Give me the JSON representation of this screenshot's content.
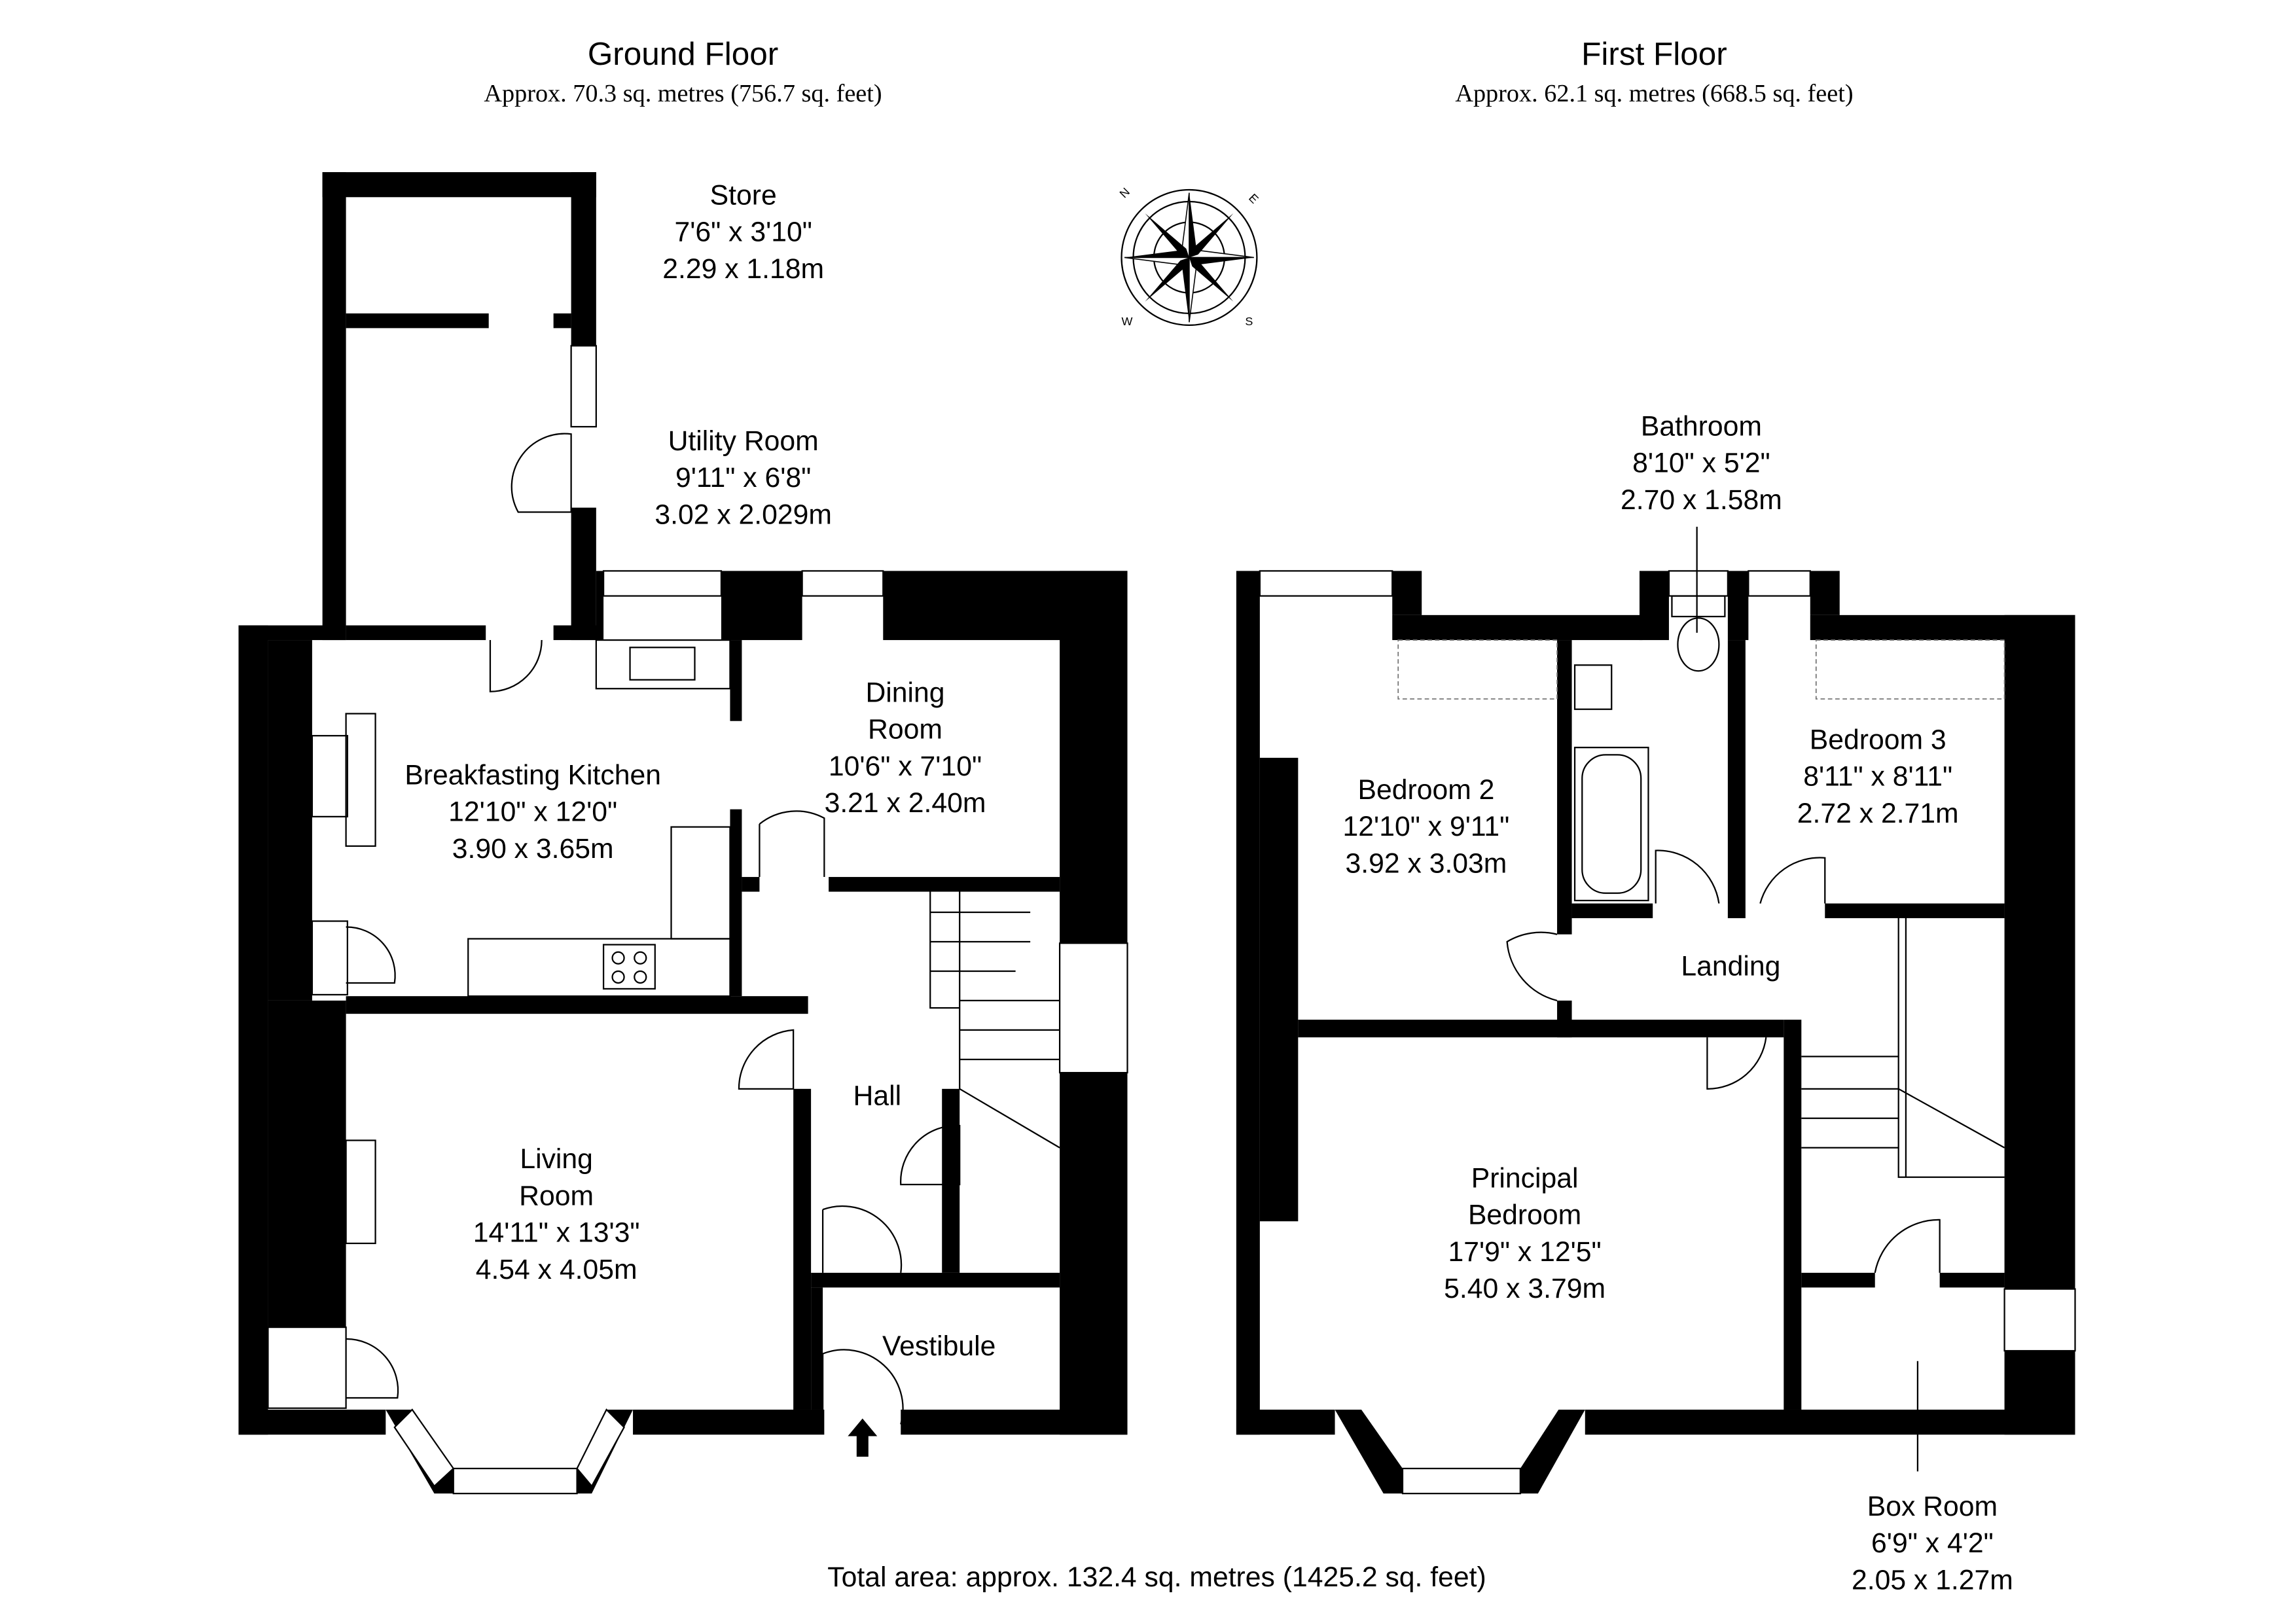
{
  "ground_floor": {
    "title": "Ground Floor",
    "area": "Approx. 70.3 sq. metres (756.7 sq. feet)",
    "rooms": {
      "store": {
        "name": "Store",
        "imperial": "7'6\" x 3'10\"",
        "metric": "2.29 x 1.18m"
      },
      "utility": {
        "name": "Utility Room",
        "imperial": "9'11\" x 6'8\"",
        "metric": "3.02 x 2.029m"
      },
      "kitchen": {
        "name": "Breakfasting Kitchen",
        "imperial": "12'10\" x 12'0\"",
        "metric": "3.90 x 3.65m"
      },
      "dining": {
        "name1": "Dining",
        "name2": "Room",
        "imperial": "10'6\" x 7'10\"",
        "metric": "3.21 x 2.40m"
      },
      "living": {
        "name1": "Living",
        "name2": "Room",
        "imperial": "14'11\" x 13'3\"",
        "metric": "4.54 x 4.05m"
      },
      "hall": {
        "name": "Hall"
      },
      "vestibule": {
        "name": "Vestibule"
      }
    }
  },
  "first_floor": {
    "title": "First Floor",
    "area": "Approx. 62.1 sq. metres (668.5 sq. feet)",
    "rooms": {
      "bathroom": {
        "name": "Bathroom",
        "imperial": "8'10\" x 5'2\"",
        "metric": "2.70 x 1.58m"
      },
      "bedroom2": {
        "name": "Bedroom 2",
        "imperial": "12'10\" x 9'11\"",
        "metric": "3.92 x 3.03m"
      },
      "bedroom3": {
        "name": "Bedroom 3",
        "imperial": "8'11\" x 8'11\"",
        "metric": "2.72 x 2.71m"
      },
      "landing": {
        "name": "Landing"
      },
      "principal": {
        "name1": "Principal",
        "name2": "Bedroom",
        "imperial": "17'9\" x 12'5\"",
        "metric": "5.40 x 3.79m"
      },
      "boxroom": {
        "name": "Box Room",
        "imperial": "6'9\" x 4'2\"",
        "metric": "2.05 x 1.27m"
      }
    }
  },
  "compass": {
    "n": "N",
    "e": "E",
    "s": "S",
    "w": "W"
  },
  "total_area": "Total area: approx. 132.4 sq. metres (1425.2 sq. feet)"
}
